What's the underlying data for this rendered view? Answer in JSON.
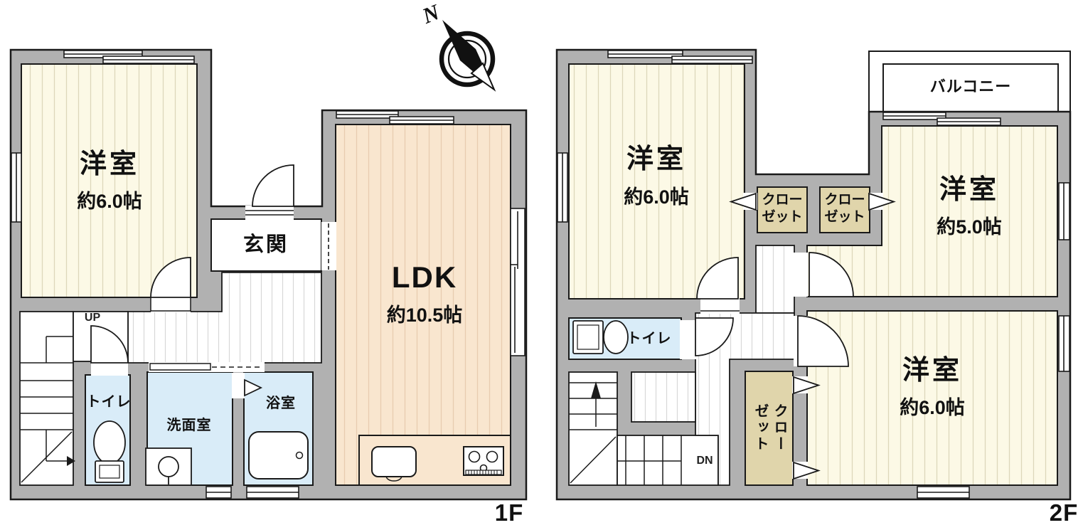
{
  "compass": {
    "north": "N"
  },
  "colors": {
    "wall_gray": "#b1b1b1",
    "room_cream": "#fcf9e6",
    "ldk_peach": "#f9e6cf",
    "water_blue": "#d9ecf8",
    "closet_tan": "#e0d5ab",
    "line_black": "#1a1a1a"
  },
  "floor1": {
    "label": "1F",
    "western_room": {
      "name": "洋室",
      "area": "約6.0帖"
    },
    "entrance": {
      "name": "玄関"
    },
    "ldk": {
      "name": "LDK",
      "area": "約10.5帖"
    },
    "toilet": {
      "name": "トイレ"
    },
    "washroom": {
      "name": "洗面室"
    },
    "bathroom": {
      "name": "浴室"
    },
    "stairs": {
      "label": "UP"
    }
  },
  "floor2": {
    "label": "2F",
    "western_room_1": {
      "name": "洋室",
      "area": "約6.0帖"
    },
    "western_room_2": {
      "name": "洋室",
      "area": "約5.0帖"
    },
    "western_room_3": {
      "name": "洋室",
      "area": "約6.0帖"
    },
    "balcony": {
      "name": "バルコニー"
    },
    "closet_1": {
      "line1": "クロー",
      "line2": "ゼット"
    },
    "closet_2": {
      "line1": "クロー",
      "line2": "ゼット"
    },
    "closet_3": {
      "name": "クローゼット"
    },
    "toilet": {
      "name": "トイレ"
    },
    "stairs": {
      "label": "DN"
    }
  }
}
